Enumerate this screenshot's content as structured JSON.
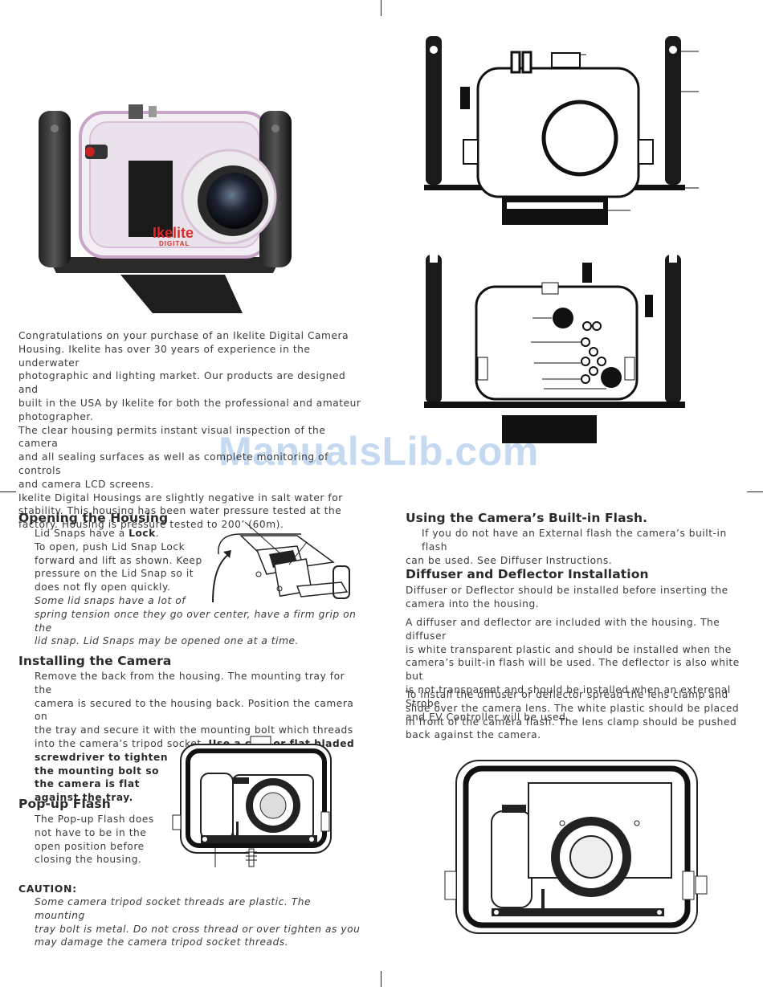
{
  "watermark": "ManualsLib.com",
  "photo": {
    "brand": "Ikelite",
    "sub": "DIGITAL"
  },
  "intro": {
    "l1": "Congratulations on  your purchase of an Ikelite Digital Camera",
    "l2": "Housing. Ikelite has over 30 years of experience in the underwater",
    "l3": "photographic and lighting market. Our products are designed and",
    "l4": "built in the USA by Ikelite for both the professional and amateur",
    "l5": "photographer.",
    "l6": "The clear housing permits instant visual inspection of the camera",
    "l7": "and all sealing surfaces as well as complete monitoring of controls",
    "l8": "and camera LCD screens.",
    "l9": "Ikelite Digital Housings are slightly negative in salt water for",
    "l10": "stability. This housing has been water pressure tested at the",
    "l11": "factory. Housing is pressure tested to 200’ (60m)."
  },
  "opening": {
    "title": "Opening the Housing",
    "l1a": "Lid Snaps have a ",
    "l1b": "Lock",
    "l1c": ".",
    "l2": "To open, push Lid Snap Lock",
    "l3": "forward and lift as shown. Keep",
    "l4": "pressure on the Lid Snap so it",
    "l5": "does not fly open quickly.",
    "l6": "Some lid snaps have a lot of",
    "l7": "spring tension once they go over center, have a firm grip on the",
    "l8": "lid snap. Lid Snaps may be opened one at a time."
  },
  "installing": {
    "title": "Installing the Camera",
    "l1": "Remove the back from the housing. The mounting tray for the",
    "l2": "camera is secured to the housing back. Position the camera on",
    "l3": "the tray and secure it with the mounting bolt which threads",
    "l4a": "into the camera’s tripod socket. ",
    "l4b": "Use a coin or flat bladed",
    "l5": "screwdriver to tighten",
    "l6": "the mounting bolt so",
    "l7": "the camera is flat",
    "l8": "against the tray."
  },
  "popup": {
    "title": "Pop-up Flash",
    "l1": "The Pop-up Flash does",
    "l2": "not have to be in the",
    "l3": "open position before",
    "l4": "closing the housing."
  },
  "caution": {
    "title": "CAUTION:",
    "l1": "Some camera tripod socket threads are plastic. The mounting",
    "l2": "tray bolt is metal. Do not cross thread or over tighten as you",
    "l3": "may damage the camera tripod socket threads."
  },
  "flash": {
    "title": "Using the Camera’s Built-in Flash.",
    "l1": "If you do not have an External flash the camera’s built-in flash",
    "l2": "can be used. See Diffuser Instructions."
  },
  "diffuser": {
    "title": "Diffuser and Deflector Installation",
    "p1l1": "Diffuser or Deflector should be installed before inserting the",
    "p1l2": "camera into the housing.",
    "p2l1": "A diffuser and deflector are included with the housing. The diffuser",
    "p2l2": "is white transparent plastic and should be installed when the",
    "p2l3": "camera’s built-in flash will be used. The deflector is also white but",
    "p2l4": "is not transparent and should be installed when an exterenal Strobe",
    "p2l5": "and EV Controller will be used.",
    "p3l1": "To install the diffuser or deflector spread the lens clamp and",
    "p3l2": "slide over the camera lens. The white plastic should be placed",
    "p3l3": "in front of the camera flash. The lens clamp should be pushed",
    "p3l4": "back against the camera."
  }
}
